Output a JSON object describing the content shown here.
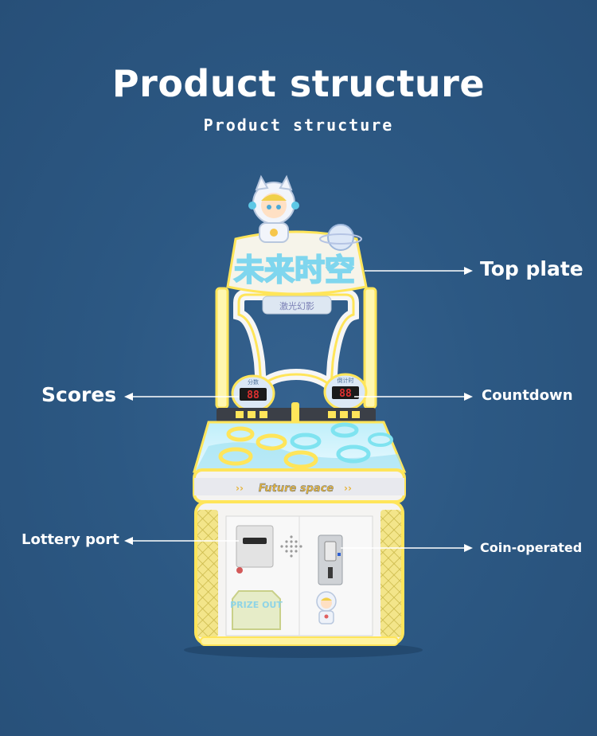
{
  "header": {
    "title": "Product structure",
    "subtitle": "Product structure"
  },
  "callouts": {
    "top_plate": "Top plate",
    "scores": "Scores",
    "countdown": "Countdown",
    "lottery_port": "Lottery port",
    "coin_operated": "Coin-operated"
  },
  "machine": {
    "sign_text": "未来时空",
    "sub_sign_text": "激光幻影",
    "score_panel_label": "分数",
    "score_digits": "88",
    "countdown_panel_label": "倒计时",
    "countdown_digits": "88",
    "band_text": "Future space",
    "prize_text": "PRIZE OUT"
  },
  "colors": {
    "background": "#2c5883",
    "arrow": "#ffffff",
    "cabinet": "#f4f3f1",
    "accent_yellow": "#ffe55a",
    "accent_cyan": "#7fe3f0",
    "display_red": "#e03030"
  }
}
